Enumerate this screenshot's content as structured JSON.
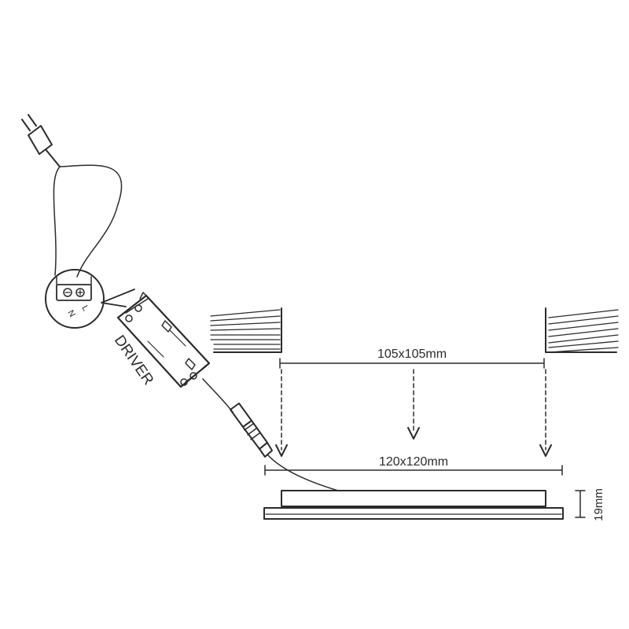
{
  "labels": {
    "dim_cutout": "105x105mm",
    "dim_panel": "120x120mm",
    "dim_height": "19mm",
    "driver": "DRIVER",
    "terminal_n": "N",
    "terminal_l": "L"
  }
}
